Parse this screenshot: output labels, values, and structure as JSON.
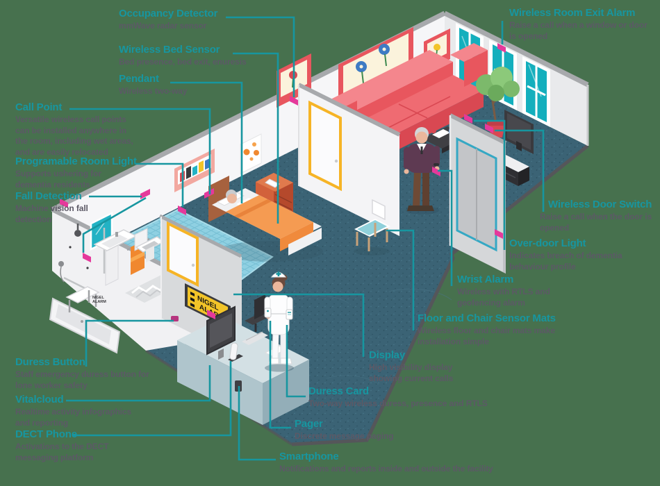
{
  "palette": {
    "background": "#47714E",
    "accent_teal": "#1796A0",
    "label_title": "#1796A0",
    "label_text": "#5C5966",
    "sensor_pink": "#E5399B",
    "carpet": "#3B6375",
    "bathroom_tiles": "#8FD0E2",
    "sofa_red": "#E8565E",
    "sign_yellow": "#F2C428"
  },
  "labels": [
    {
      "id": "occupancy-detector",
      "title": "Occupancy Detector",
      "description": "mmWave radar sensor"
    },
    {
      "id": "wireless-bed-sensor",
      "title": "Wireless Bed Sensor",
      "description": "Bed presence, bed exit, enuresis"
    },
    {
      "id": "pendant",
      "title": "Pendant",
      "description": "Wireless two-way"
    },
    {
      "id": "call-point",
      "title": "Call Point",
      "description": "Versatile wireless call points can be installed anywhere in the room, including wet areas, and are easily relocated"
    },
    {
      "id": "programable-room-light",
      "title": "Programable Room Light",
      "description": "Supports ushering for dementia residents"
    },
    {
      "id": "fall-detection",
      "title": "Fall Detection",
      "description": "Machine vision fall detection"
    },
    {
      "id": "duress-button",
      "title": "Duress Button",
      "description": "Staff emergency duress button for lone worker safety"
    },
    {
      "id": "vitalcloud",
      "title": "Vitalcloud",
      "description": "Realtime activity infographics and reporting"
    },
    {
      "id": "dect-phone",
      "title": "DECT Phone",
      "description": "Activations to the DECT messaging platform"
    },
    {
      "id": "smartphone",
      "title": "Smartphone",
      "description": "Notifications and reports inside and outside the facility"
    },
    {
      "id": "pager",
      "title": "Pager",
      "description": "Discrete message paging"
    },
    {
      "id": "duress-card",
      "title": "Duress Card",
      "description": "Two-way wireless duress, presence and RTLS"
    },
    {
      "id": "display",
      "title": "Display",
      "description": "High visibility display showing current calls"
    },
    {
      "id": "floor-chair-sensor-mats",
      "title": "Floor and Chair Sensor Mats",
      "description": "Wireless floor and chair mats make installation simple"
    },
    {
      "id": "wrist-alarm",
      "title": "Wrist Alarm",
      "description": "Wireless with RTLS and geofencing alarm"
    },
    {
      "id": "over-door-light",
      "title": "Over-door Light",
      "description": "Indicates breach of dementia behaviour profile"
    },
    {
      "id": "wireless-door-switch",
      "title": "Wireless Door Switch",
      "description": "Raise a call when the door is opened"
    },
    {
      "id": "wireless-room-exit-alarm",
      "title": "Wireless Room Exit Alarm",
      "description": "Raise a call when a window or door is opened"
    }
  ],
  "signage": {
    "wall_sign_line1": "NIGEL",
    "wall_sign_line2": "ALARM",
    "floor_logo_line1": "NIGEL",
    "floor_logo_line2": "ALARM"
  }
}
